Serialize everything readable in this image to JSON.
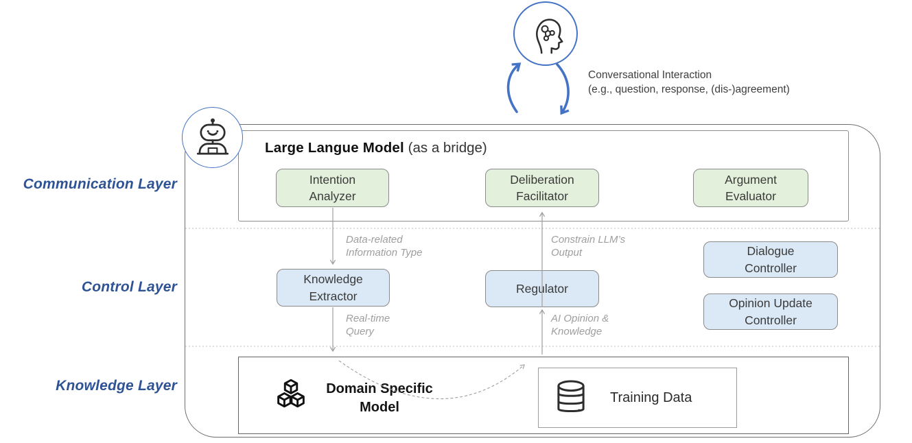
{
  "interaction": {
    "line1": "Conversational Interaction",
    "line2": "(e.g., question, response, (dis-)agreement)"
  },
  "layers": {
    "communication": "Communication Layer",
    "control": "Control Layer",
    "knowledge": "Knowledge Layer"
  },
  "llm": {
    "title": "Large Langue Model",
    "subtitle": "(as a bridge)",
    "modules": {
      "intention_analyzer": "Intention Analyzer",
      "deliberation_facilitator": "Deliberation Facilitator",
      "argument_evaluator": "Argument Evaluator"
    }
  },
  "control_layer": {
    "modules": {
      "knowledge_extractor": "Knowledge Extractor",
      "regulator": "Regulator",
      "dialogue_controller": "Dialogue Controller",
      "opinion_update_controller": "Opinion Update Controller"
    }
  },
  "knowledge_layer": {
    "domain_specific_model": "Domain Specific Model",
    "training_data": "Training Data"
  },
  "flows": {
    "data_related": {
      "line1": "Data-related",
      "line2": "Information Type"
    },
    "constrain_llm": {
      "line1": "Constrain LLM’s",
      "line2": "Output"
    },
    "realtime_query": {
      "line1": "Real-time",
      "line2": "Query"
    },
    "ai_opinion": {
      "line1": "AI Opinion &",
      "line2": "Knowledge"
    }
  },
  "icons": {
    "human": "human-head-network-icon",
    "robot": "robot-icon",
    "cubes": "cubes-icon",
    "database": "database-icon"
  },
  "colors": {
    "accent_blue": "#4472c4",
    "layer_label_blue": "#2e5395",
    "llm_module_green": "#e3f0dc",
    "control_module_blue": "#dbe8f5",
    "box_border_gray": "#8a8a8a",
    "flow_gray": "#9e9e9e"
  }
}
